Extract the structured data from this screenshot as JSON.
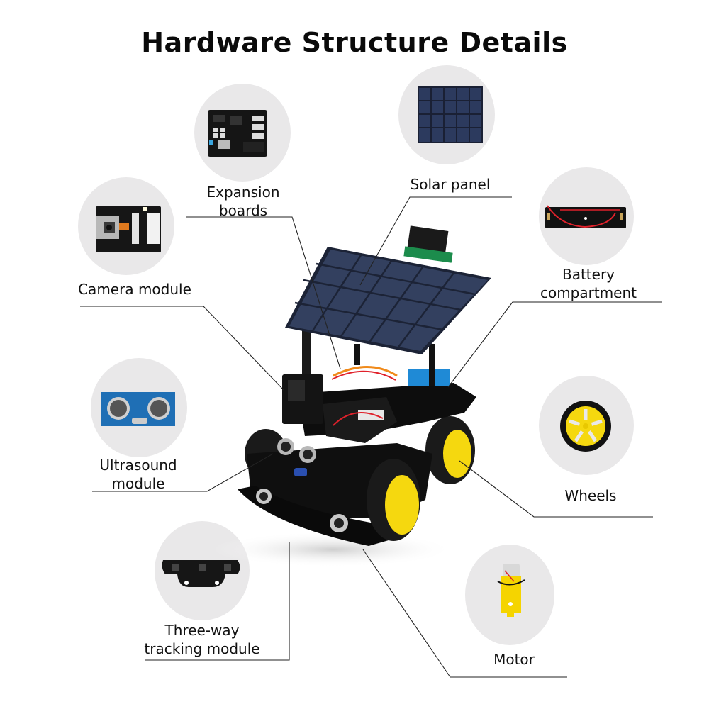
{
  "title": "Hardware Structure Details",
  "components": [
    {
      "id": "expansion-boards",
      "label_lines": [
        "Expansion",
        "boards"
      ]
    },
    {
      "id": "solar-panel",
      "label_lines": [
        "Solar panel"
      ]
    },
    {
      "id": "camera-module",
      "label_lines": [
        "Camera module"
      ]
    },
    {
      "id": "battery-compartment",
      "label_lines": [
        "Battery",
        "compartment"
      ]
    },
    {
      "id": "ultrasound-module",
      "label_lines": [
        "Ultrasound",
        "module"
      ]
    },
    {
      "id": "wheels",
      "label_lines": [
        "Wheels"
      ]
    },
    {
      "id": "tracking-module",
      "label_lines": [
        "Three-way",
        "tracking module"
      ]
    },
    {
      "id": "motor",
      "label_lines": [
        "Motor"
      ]
    }
  ],
  "colors": {
    "circle_bg": "#e9e8e9",
    "leader_line": "#222222",
    "solar_cell": "#2a3550",
    "wheel_yellow": "#f5d80f",
    "pcb_blue": "#1f6fb5",
    "acrylic_black": "#0d0d0d"
  }
}
